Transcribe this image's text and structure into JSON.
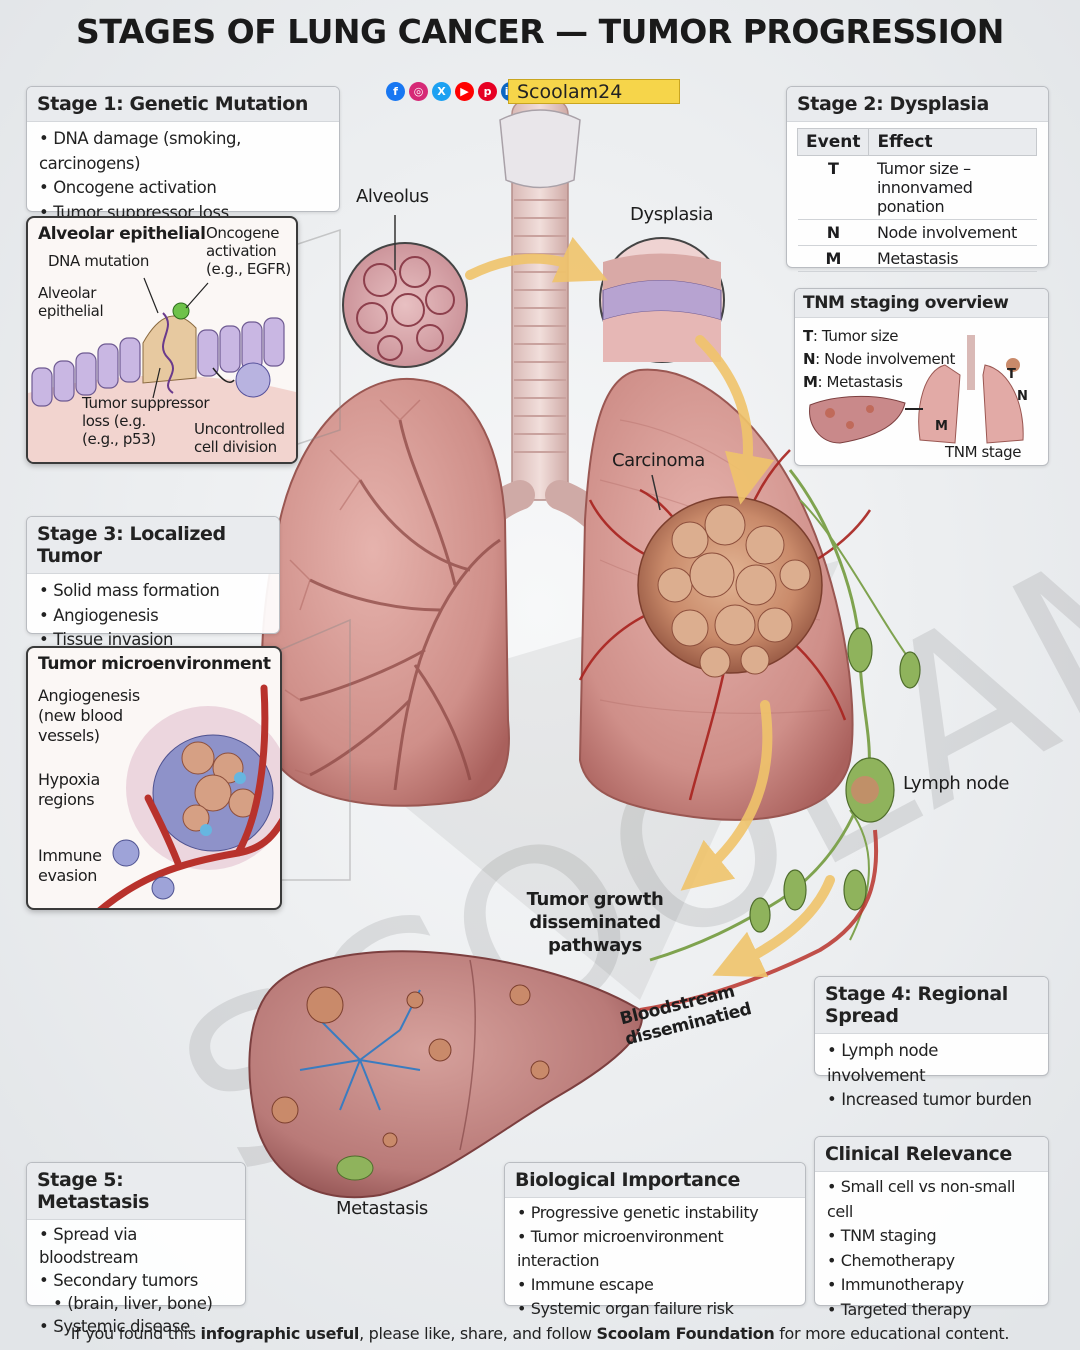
{
  "title": "STAGES OF LUNG CANCER — TUMOR PROGRESSION",
  "brand": {
    "name": "Scoolam24",
    "watermark": "SCOOLAM"
  },
  "social_icons": [
    {
      "name": "facebook-icon",
      "glyph": "f",
      "color": "#1877f2"
    },
    {
      "name": "instagram-icon",
      "glyph": "◎",
      "color": "#d62976"
    },
    {
      "name": "x-icon",
      "glyph": "X",
      "color": "#1da1f2"
    },
    {
      "name": "youtube-icon",
      "glyph": "▶",
      "color": "#ff0000"
    },
    {
      "name": "pinterest-icon",
      "glyph": "p",
      "color": "#e60023"
    },
    {
      "name": "linkedin-icon",
      "glyph": "in",
      "color": "#0a66c2"
    }
  ],
  "stage1": {
    "heading": "Stage 1: Genetic Mutation",
    "items": [
      "DNA damage (smoking, carcinogens)",
      "Oncogene activation",
      "Tumor suppressor loss"
    ]
  },
  "inset1": {
    "title": "Alveolar epithelial",
    "dna": "DNA mutation",
    "alv": [
      "Alveolar",
      "epithelial"
    ],
    "onco": [
      "Oncogene",
      "activation",
      "(e.g., EGFR)"
    ],
    "supp": [
      "Tumor suppressor",
      "loss (e.g.",
      "(e.g., p53)"
    ],
    "uncontrolled": [
      "Uncontrolled",
      "cell division"
    ]
  },
  "stage2": {
    "heading": "Stage 2: Dysplasia",
    "table_headers": [
      "Event",
      "Effect"
    ],
    "rows": [
      {
        "event": "T",
        "effect": [
          "Tumor size –",
          "innonvamed ponation"
        ]
      },
      {
        "event": "N",
        "effect": [
          "Node involvement"
        ]
      },
      {
        "event": "M",
        "effect": [
          "Metastasis"
        ]
      }
    ]
  },
  "tnm": {
    "heading": "TNM staging overview",
    "lines": [
      {
        "key": "T",
        "text": ": Tumor size"
      },
      {
        "key": "N",
        "text": ": Node involvement"
      },
      {
        "key": "M",
        "text": ": Metastasis"
      }
    ],
    "marks": {
      "t": "T",
      "n": "N",
      "m": "M"
    },
    "stage_label": "TNM stage"
  },
  "stage3": {
    "heading": "Stage 3: Localized Tumor",
    "items": [
      "Solid mass formation",
      "Angiogenesis",
      "Tissue invasion"
    ]
  },
  "inset3": {
    "title": "Tumor microenvironment",
    "angio": [
      "Angiogenesis",
      "(new blood",
      "vessels)"
    ],
    "hypoxia": [
      "Hypoxia",
      "regions"
    ],
    "immune": [
      "Immune",
      "evasion"
    ]
  },
  "labels": {
    "alveolus": "Alveolus",
    "dysplasia": "Dysplasia",
    "carcinoma": "Carcinoma",
    "lymph": "Lymph node",
    "growth": [
      "Tumor growth",
      "disseminated pathways"
    ],
    "blood": [
      "Bloodstream",
      "disseminatied"
    ],
    "metastasis": "Metastasis"
  },
  "stage4": {
    "heading": "Stage 4: Regional Spread",
    "items": [
      "Lymph node involvement",
      "Increased tumor burden"
    ]
  },
  "stage5": {
    "heading": "Stage 5: Metastasis",
    "items": [
      "Spread via bloodstream",
      "Secondary tumors",
      "(brain, liver, bone)",
      "Systemic disease"
    ]
  },
  "bio": {
    "heading": "Biological Importance",
    "items": [
      "Progressive genetic instability",
      "Tumor microenvironment interaction",
      "Immune escape",
      "Systemic organ failure risk"
    ]
  },
  "clinical": {
    "heading": "Clinical Relevance",
    "items": [
      "Small cell vs non-small cell",
      "TNM staging",
      "Chemotherapy",
      "Immunotherapy",
      "Targeted therapy"
    ]
  },
  "footer": {
    "pre": "If you found this ",
    "bold1": "infographic useful",
    "mid": ", please like, share, and follow ",
    "bold2": "Scoolam Foundation",
    "post": " for more educational content."
  },
  "colors": {
    "lung": "#d9a09a",
    "lung_dark": "#b9706c",
    "tumor": "#c98a6a",
    "vessel": "#b8322c",
    "lymph": "#7fa34f",
    "arrow": "#f2c66e",
    "liver": "#b97a78"
  }
}
